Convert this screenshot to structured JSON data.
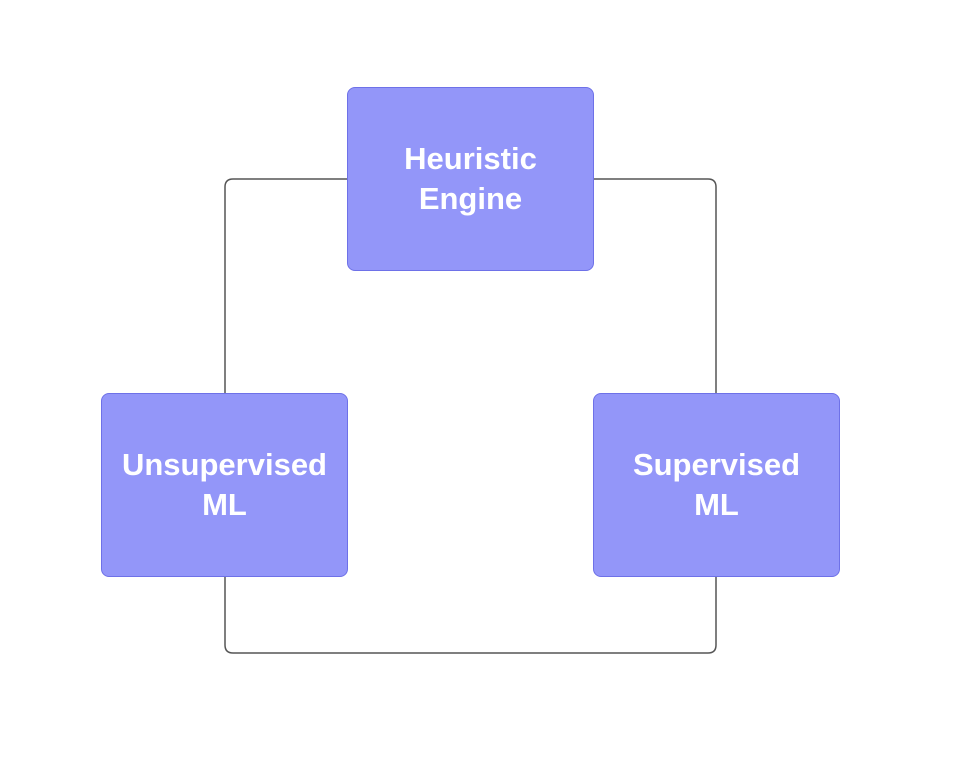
{
  "diagram": {
    "background_color": "#ffffff",
    "node_fill_color": "#9396f9",
    "node_border_color": "#6e71e8",
    "edge_color": "#555555",
    "nodes": [
      {
        "id": "heuristic-engine",
        "lines": [
          "Heuristic",
          "Engine"
        ]
      },
      {
        "id": "unsupervised-ml",
        "lines": [
          "Unsupervised",
          "ML"
        ]
      },
      {
        "id": "supervised-ml",
        "lines": [
          "Supervised",
          "ML"
        ]
      }
    ],
    "edges": [
      {
        "from": "heuristic-engine",
        "to": "unsupervised-ml",
        "style": "solid",
        "arrow": "none"
      },
      {
        "from": "heuristic-engine",
        "to": "supervised-ml",
        "style": "solid",
        "arrow": "none"
      },
      {
        "from": "unsupervised-ml",
        "to": "supervised-ml",
        "style": "solid",
        "arrow": "none"
      }
    ]
  }
}
